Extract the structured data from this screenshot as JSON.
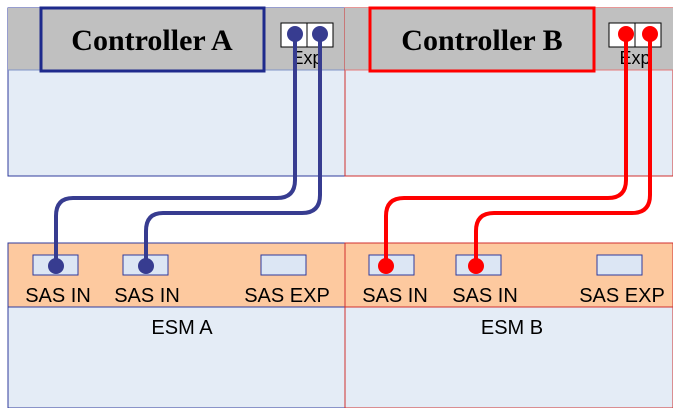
{
  "colors": {
    "panel_fill": "#e4ecf6",
    "header_gray": "#c0c0c0",
    "esm_header": "#fdc99f",
    "blue": "#373c90",
    "red": "#ff0000",
    "port_fill": "#dce6f4"
  },
  "controllers": [
    {
      "title": "Controller A",
      "exp_label": "Exp",
      "accent": "blue"
    },
    {
      "title": "Controller B",
      "exp_label": "Exp",
      "accent": "red"
    }
  ],
  "esms": [
    {
      "name": "ESM A",
      "ports": [
        "SAS IN",
        "SAS IN",
        "SAS EXP"
      ],
      "accent": "blue"
    },
    {
      "name": "ESM B",
      "ports": [
        "SAS IN",
        "SAS IN",
        "SAS EXP"
      ],
      "accent": "red"
    }
  ],
  "cables": [
    {
      "from": "Controller A Exp port 1",
      "to": "ESM A SAS IN 1",
      "color": "blue"
    },
    {
      "from": "Controller A Exp port 2",
      "to": "ESM A SAS IN 2",
      "color": "blue"
    },
    {
      "from": "Controller B Exp port 1",
      "to": "ESM B SAS IN 1",
      "color": "red"
    },
    {
      "from": "Controller B Exp port 2",
      "to": "ESM B SAS IN 2",
      "color": "red"
    }
  ]
}
